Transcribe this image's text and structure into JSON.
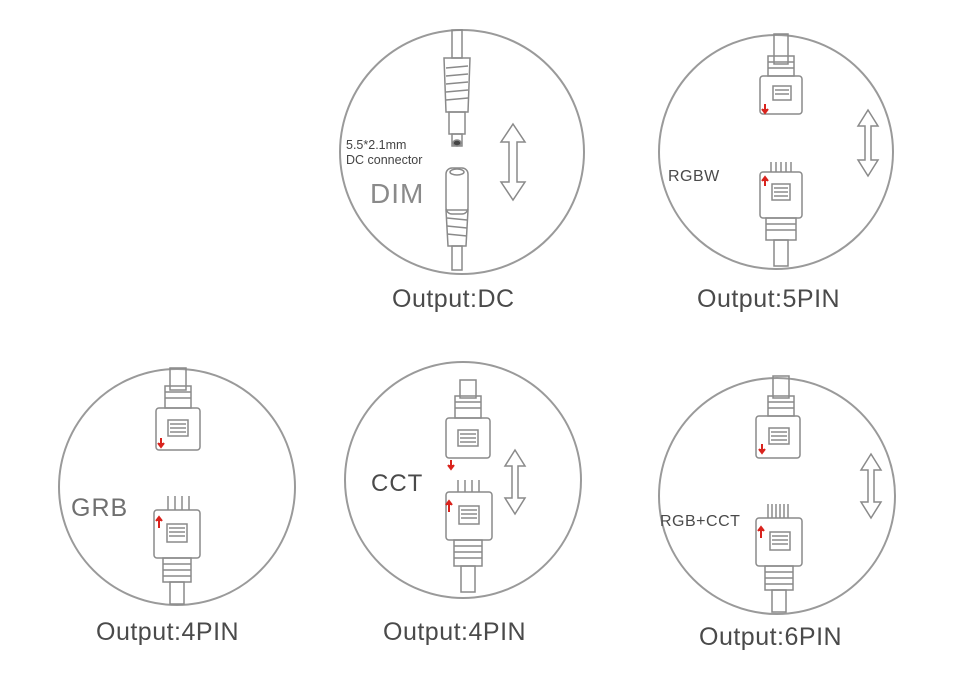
{
  "panels": [
    {
      "caption": "Output:DC",
      "label": "DIM",
      "note_line1": "5.5*2.1mm",
      "note_line2": "DC connector",
      "connector": "dc-barrel"
    },
    {
      "caption": "Output:5PIN",
      "label": "RGBW",
      "connector": "5-pin"
    },
    {
      "caption": "Output:4PIN",
      "label": "GRB",
      "connector": "4-pin"
    },
    {
      "caption": "Output:4PIN",
      "label": "CCT",
      "connector": "4-pin"
    },
    {
      "caption": "Output:6PIN",
      "label": "RGB+CCT",
      "connector": "6-pin"
    }
  ],
  "colors": {
    "line": "#8a8a8a",
    "circle": "#9a9a9a",
    "marker": "#d9231d",
    "text": "#4a4a4a"
  },
  "icons": [
    "double-arrow-icon",
    "red-arrow-icon"
  ]
}
